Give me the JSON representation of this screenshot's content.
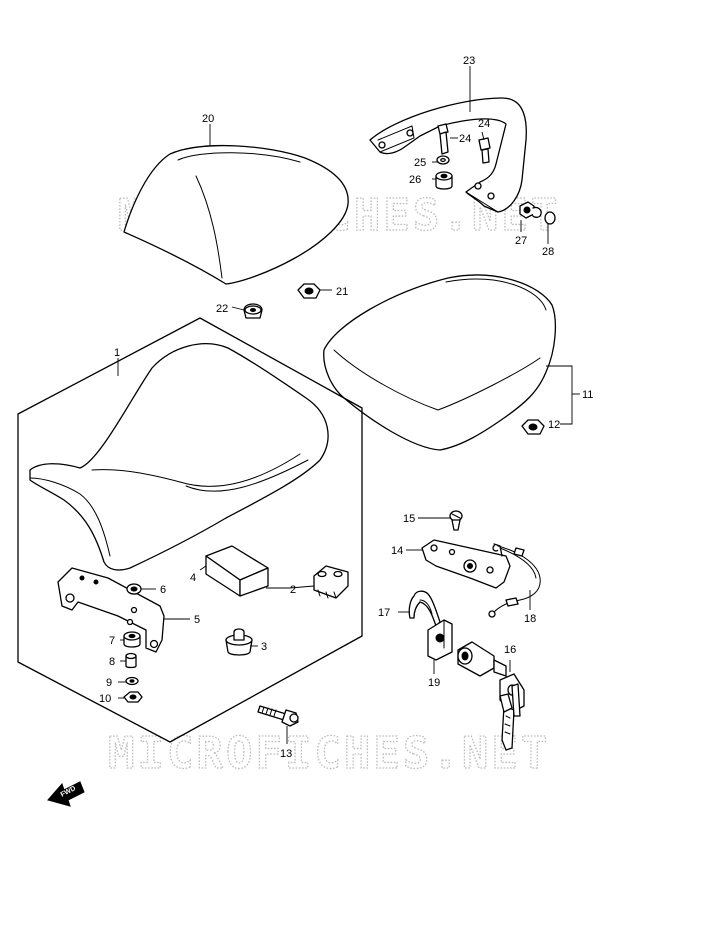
{
  "watermark": "MICROFICHES.NET",
  "fwd_label": "FWD",
  "callouts": {
    "p1": "1",
    "p2": "2",
    "p3": "3",
    "p4": "4",
    "p5": "5",
    "p6": "6",
    "p7": "7",
    "p8": "8",
    "p9": "9",
    "p10": "10",
    "p11": "11",
    "p12": "12",
    "p13": "13",
    "p14": "14",
    "p15": "15",
    "p16": "16",
    "p17": "17",
    "p18": "18",
    "p19": "19",
    "p20": "20",
    "p21": "21",
    "p22": "22",
    "p23": "23",
    "p24a": "24",
    "p24b": "24",
    "p25": "25",
    "p26": "26",
    "p27": "27",
    "p28": "28"
  }
}
